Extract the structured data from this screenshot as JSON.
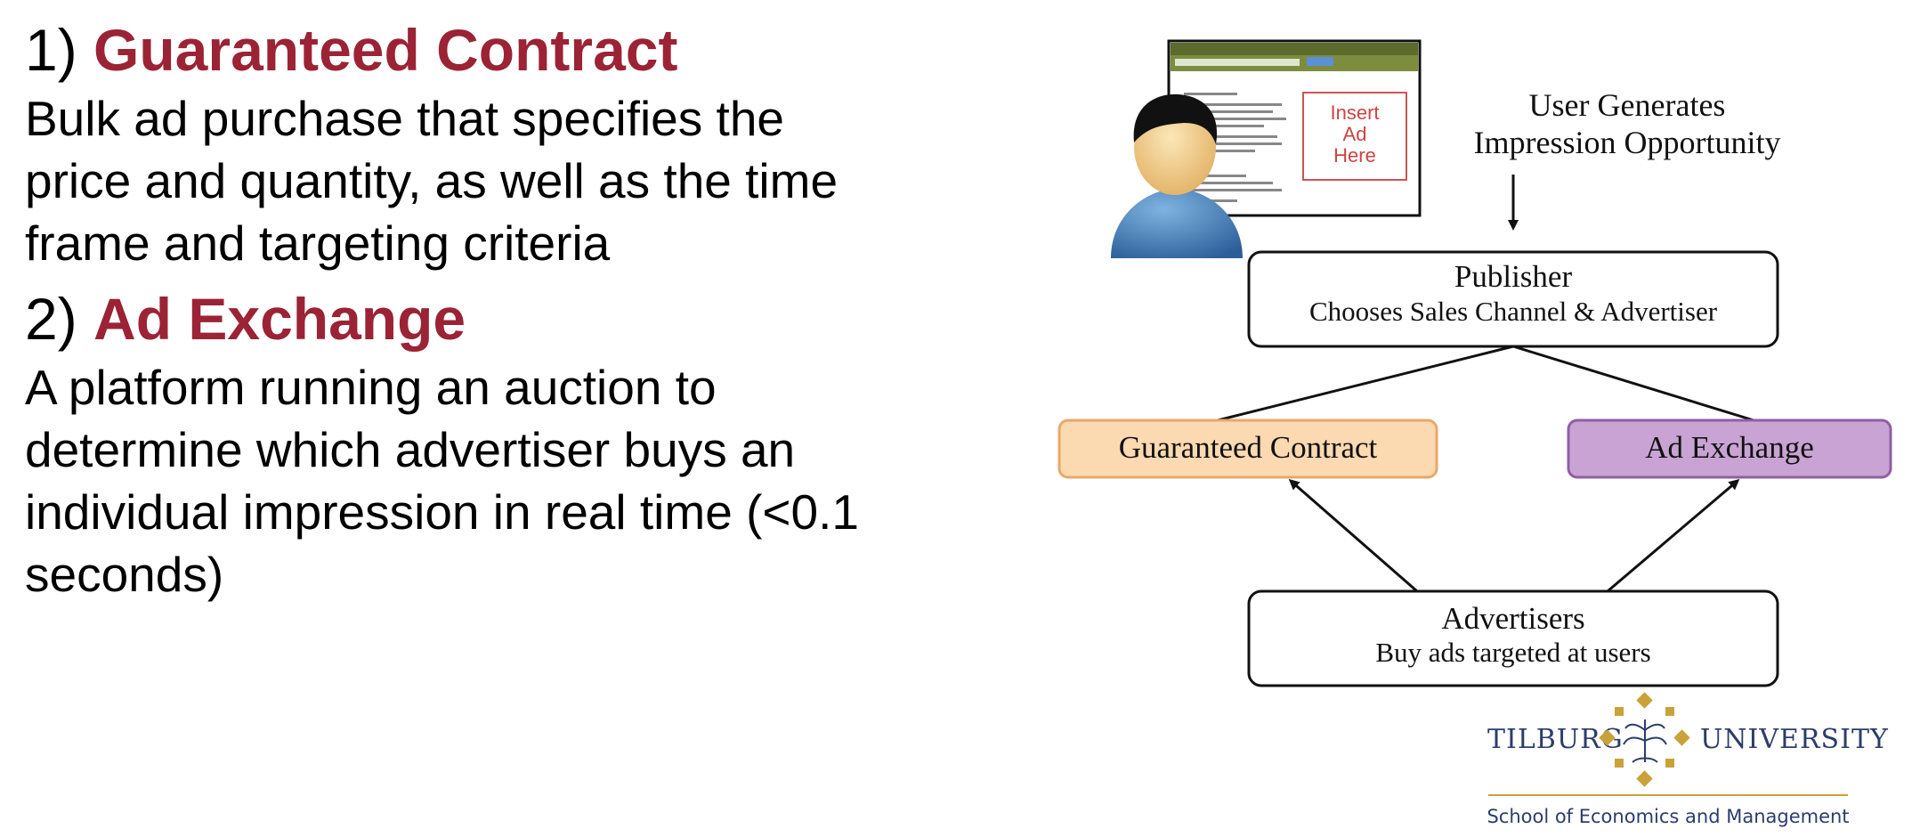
{
  "section1": {
    "number": "1)",
    "title": "Guaranteed Contract",
    "description": [
      "Bulk ad purchase that specifies the",
      "price and quantity, as well as the time",
      "frame and targeting criteria"
    ]
  },
  "section2": {
    "number": "2)",
    "title": "Ad Exchange",
    "description": [
      "A platform running an auction to",
      "determine which advertiser buys an",
      "individual impression in real time (<0.1",
      "seconds)"
    ]
  },
  "diagram": {
    "ad_placeholder": [
      "Insert",
      "Ad",
      "Here"
    ],
    "user_label": [
      "User Generates",
      "Impression Opportunity"
    ],
    "publisher": {
      "title": "Publisher",
      "subtitle": "Chooses Sales Channel & Advertiser"
    },
    "guaranteed_box": "Guaranteed Contract",
    "exchange_box": "Ad Exchange",
    "advertisers": {
      "title": "Advertisers",
      "subtitle": "Buy ads targeted at users"
    },
    "colors": {
      "guaranteed_fill": "#fbd9b1",
      "guaranteed_stroke": "#e8a868",
      "exchange_fill": "#c9a3d4",
      "exchange_stroke": "#8f5fa3",
      "heading_accent": "#9b2335"
    }
  },
  "logo": {
    "left_word": "TILBURG",
    "right_word": "UNIVERSITY",
    "school": "School of Economics and Management",
    "gold": "#c9a23a",
    "navy": "#2b3d6b"
  }
}
